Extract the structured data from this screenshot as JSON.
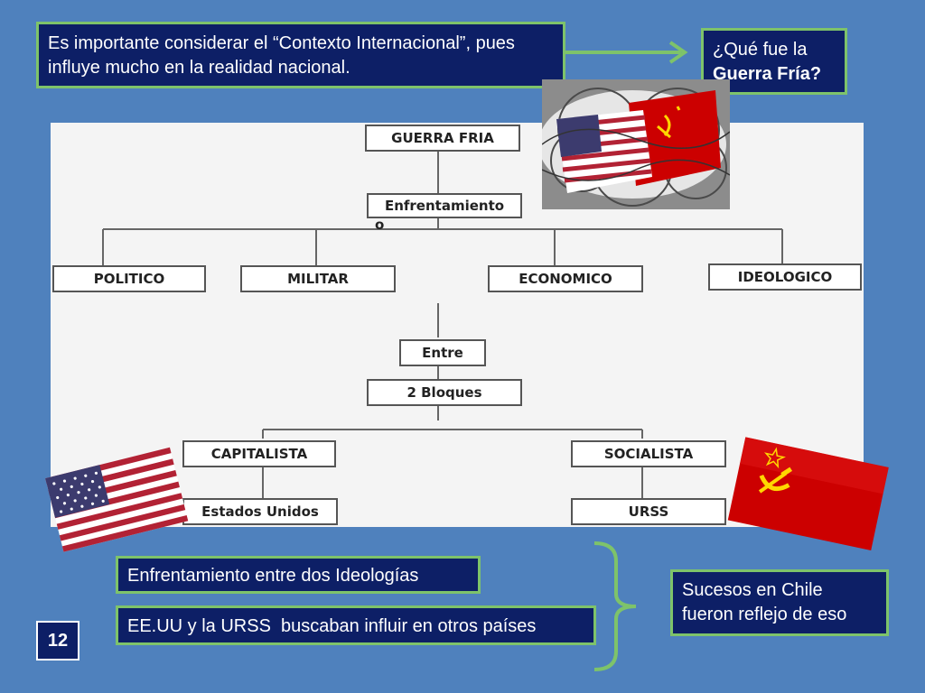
{
  "context_note": "Es importante considerar el “Contexto Internacional”, pues influye mucho en la realidad nacional.",
  "question": {
    "line1": "¿Qué fue la",
    "line2": "Guerra Fría?"
  },
  "diagram": {
    "root": "GUERRA FRIA",
    "sub": "Enfrentamiento",
    "sub_overflow": "o",
    "categories": [
      "POLITICO",
      "MILITAR",
      "ECONOMICO",
      "IDEOLOGICO"
    ],
    "between": "Entre",
    "blocs": "2 Bloques",
    "capitalist": "CAPITALISTA",
    "socialist": "SOCIALISTA",
    "usa": "Estados Unidos",
    "ussr": "URSS"
  },
  "bullets": [
    "Enfrentamiento entre dos Ideologías",
    "EE.UU y la URSS  buscaban influir en otros países"
  ],
  "chile_note": "Sucesos en Chile fueron reflejo de eso",
  "page_number": "12",
  "colors": {
    "background": "#4f81bd",
    "box_fill": "#0d1f66",
    "box_border": "#7ec36a",
    "usa_red": "#b22234",
    "usa_blue": "#3c3b6e",
    "ussr_red": "#cc0000",
    "ussr_gold": "#ffd700"
  },
  "images": [
    "flags-barbed-wire-icon",
    "usa-flag-icon",
    "ussr-flag-icon"
  ]
}
